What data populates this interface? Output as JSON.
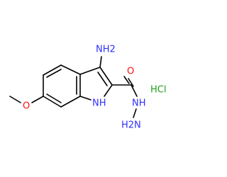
{
  "molecule": {
    "atoms": {
      "amine_nh2": "NH2",
      "carbonyl_o": "O",
      "ring_nh": "NH",
      "hydrazide_nh": "NH",
      "hydrazide_nh2": "H2N",
      "methoxy_o": "O",
      "hcl": "HCl"
    }
  },
  "colors": {
    "bond": "#000000",
    "nitrogen": "#3030ff",
    "oxygen": "#ff0d0d",
    "chlorine": "#1fa01f",
    "background": "#ffffff"
  }
}
